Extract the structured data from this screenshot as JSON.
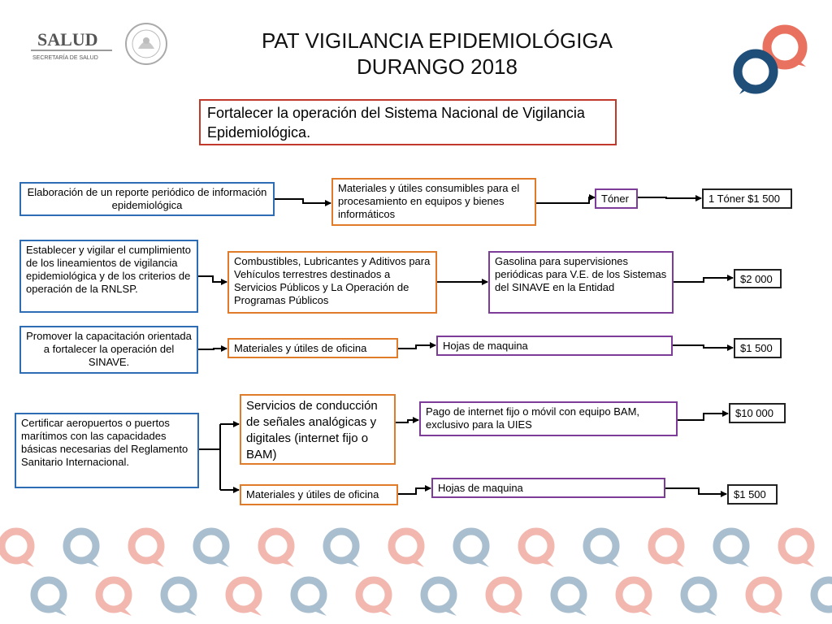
{
  "header": {
    "title_line1": "PAT VIGILANCIA EPIDEMIOLÓGIGA",
    "title_line2": "DURANGO 2018",
    "salud_logo": {
      "name": "SALUD",
      "sub": "SECRETARÍA DE SALUD"
    }
  },
  "objective": "Fortalecer la operación del Sistema Nacional de Vigilancia Epidemiológica.",
  "rows": [
    {
      "action": "Elaboración de un reporte periódico de información epidemiológica",
      "category": "Materiales y útiles consumibles para el procesamiento en equipos y bienes informáticos",
      "item": "Tóner",
      "amount": "1 Tóner $1 500"
    },
    {
      "action": "Establecer y vigilar el cumplimiento de los lineamientos de vigilancia epidemiológica y de los criterios de operación de la RNLSP.",
      "category": "Combustibles, Lubricantes y Aditivos para Vehículos terrestres destinados a Servicios Públicos y La Operación de Programas Públicos",
      "item": "Gasolina para supervisiones periódicas para V.E. de los Sistemas del SINAVE en la Entidad",
      "amount": "$2 000"
    },
    {
      "action": "Promover la capacitación orientada a fortalecer la operación del SINAVE.",
      "category": "Materiales y útiles de oficina",
      "item": "Hojas de maquina",
      "amount": "$1 500"
    },
    {
      "action": "Certificar aeropuertos o puertos marítimos con las capacidades básicas necesarias del Reglamento Sanitario Internacional.",
      "branches": [
        {
          "category": "Servicios de conducción de señales analógicas y digitales (internet fijo o BAM)",
          "item": "Pago de internet fijo o móvil con equipo BAM, exclusivo para la UIES",
          "amount": "$10 000"
        },
        {
          "category": "Materiales y útiles de oficina",
          "item": "Hojas de maquina",
          "amount": "$1 500"
        }
      ]
    }
  ],
  "colors": {
    "action_border": "#2e6db4",
    "category_border": "#e07b2a",
    "item_border": "#7d3c98",
    "amount_border": "#222222",
    "objective_border": "#c0392b",
    "brand_red": "#e8725f",
    "brand_navy": "#1f4e79",
    "pattern_red": "#f2b8b0",
    "pattern_blue": "#a9bfcf"
  },
  "icons": [
    "salud-logo",
    "mexico-seal-icon",
    "speech-bubble-icon"
  ]
}
